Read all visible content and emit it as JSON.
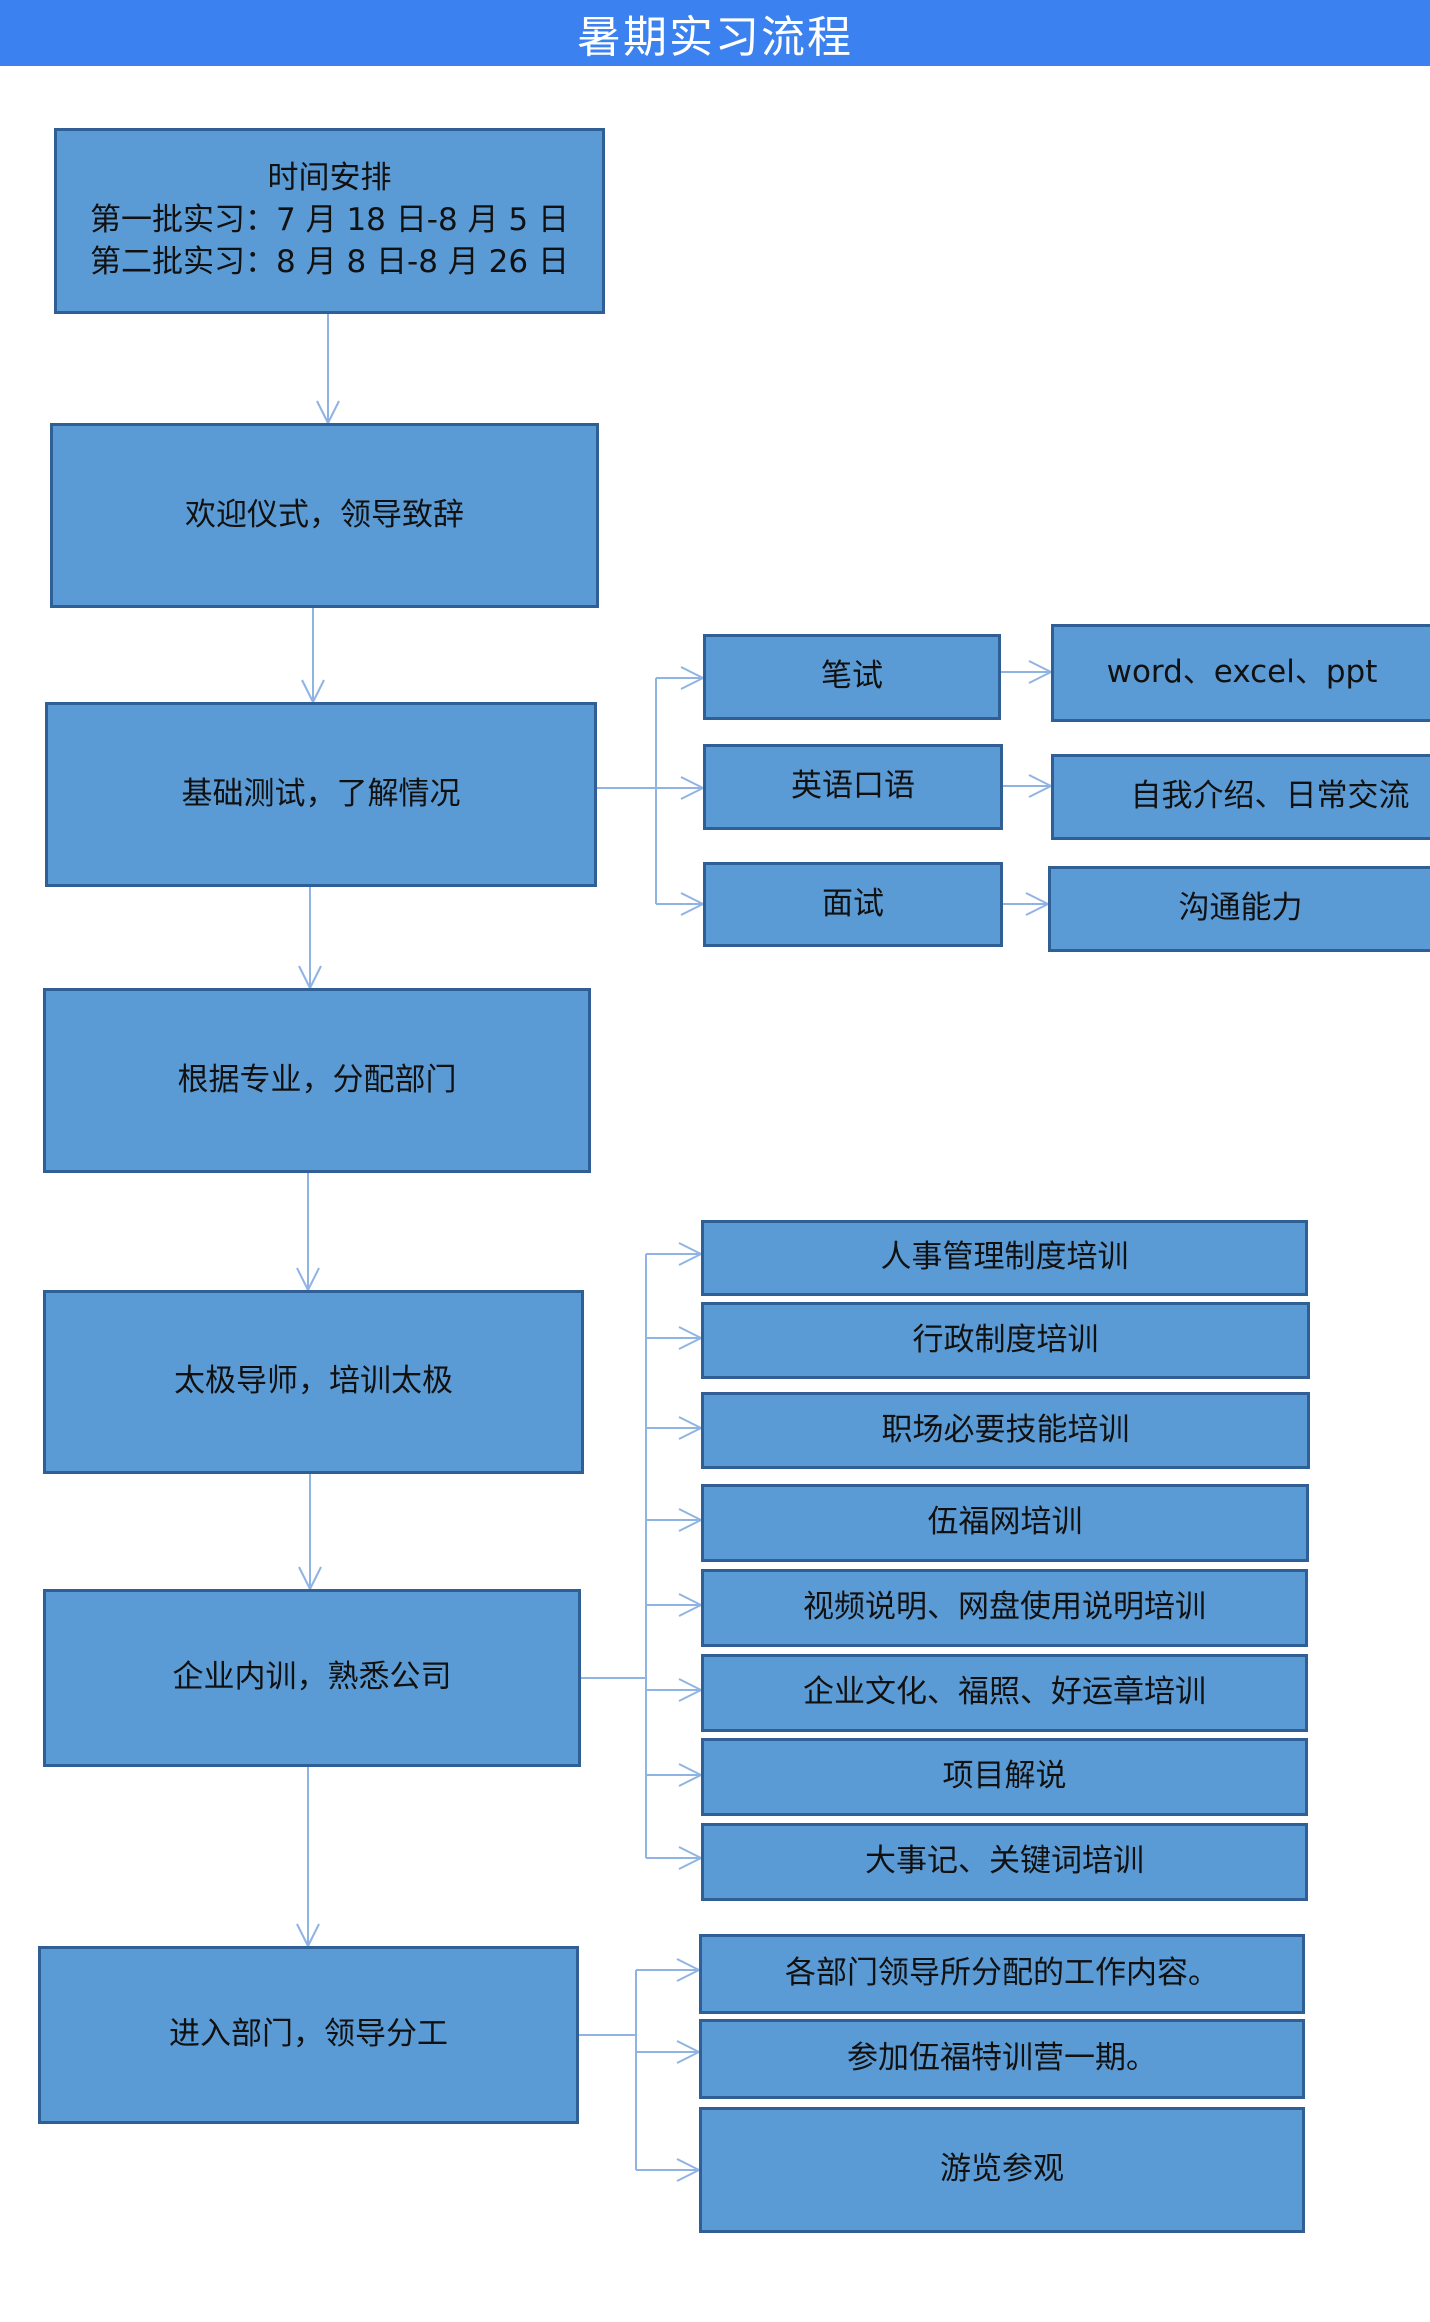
{
  "header": {
    "title": "暑期实习流程"
  },
  "colors": {
    "header": "#3b82f0",
    "box_fill": "#5b9bd5",
    "box_border": "#2f5f95",
    "connector": "#8fb4e3"
  },
  "schedule": {
    "title": "时间安排",
    "batch1": "第一批实习：7 月 18 日-8 月 5 日",
    "batch2": "第二批实习：8 月 8 日-8 月 26 日"
  },
  "steps": {
    "welcome": "欢迎仪式，领导致辞",
    "test": "基础测试，了解情况",
    "assign": "根据专业，分配部门",
    "taiji": "太极导师，培训太极",
    "internal": "企业内训，熟悉公司",
    "enter": "进入部门，领导分工"
  },
  "test_items": [
    {
      "label": "笔试",
      "detail": "word、excel、ppt"
    },
    {
      "label": "英语口语",
      "detail": "自我介绍、日常交流"
    },
    {
      "label": "面试",
      "detail": "沟通能力"
    }
  ],
  "trainings": [
    "人事管理制度培训",
    "行政制度培训",
    "职场必要技能培训",
    "伍福网培训",
    "视频说明、网盘使用说明培训",
    "企业文化、福照、好运章培训",
    "项目解说",
    "大事记、关键词培训"
  ],
  "dept_items": [
    "各部门领导所分配的工作内容。",
    "参加伍福特训营一期。",
    "游览参观"
  ]
}
